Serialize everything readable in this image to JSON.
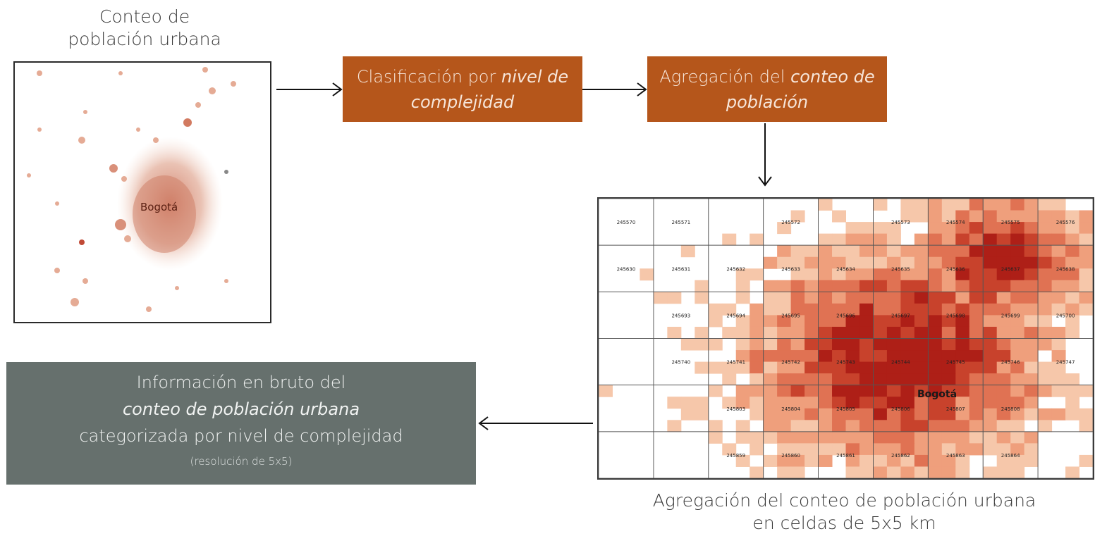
{
  "left_map": {
    "caption_line1": "Conteo de",
    "caption_line2": "población urbana",
    "city_label": "Bogotá"
  },
  "step1": {
    "text_normal": "Clasificación por ",
    "text_italic": "nivel de complejidad"
  },
  "step2": {
    "text_normal": "Agregación del ",
    "text_italic": "conteo de población"
  },
  "grid_map": {
    "city_label": "Bogotá",
    "caption_line1": "Agregación del conteo de población urbana",
    "caption_line2": "en celdas de 5x5 km",
    "cell_ids": [
      [
        "245570",
        "245571",
        "",
        "245572",
        "",
        "245573",
        "245574",
        "245575",
        "245576"
      ],
      [
        "245630",
        "245631",
        "245632",
        "245633",
        "245634",
        "245635",
        "245636",
        "245637",
        "245638"
      ],
      [
        "",
        "245693",
        "245694",
        "245695",
        "245696",
        "245697",
        "245698",
        "245699",
        "245700"
      ],
      [
        "",
        "245740",
        "245741",
        "245742",
        "245743",
        "245744",
        "245745",
        "245746",
        "245747"
      ],
      [
        "",
        "",
        "245803",
        "245804",
        "245805",
        "245806",
        "245807",
        "245808",
        ""
      ],
      [
        "",
        "",
        "245859",
        "245860",
        "245861",
        "245862",
        "245863",
        "245864",
        ""
      ]
    ]
  },
  "result": {
    "line1": "Información en bruto del",
    "line2": "conteo de población urbana",
    "line3": "categorizada por nivel de complejidad",
    "note": "(resolución de 5x5)"
  },
  "colors": {
    "orange_box": "#b5561b",
    "gray_box": "#66706d",
    "density_low": "#f7d9c4",
    "density_high": "#b3261e"
  }
}
